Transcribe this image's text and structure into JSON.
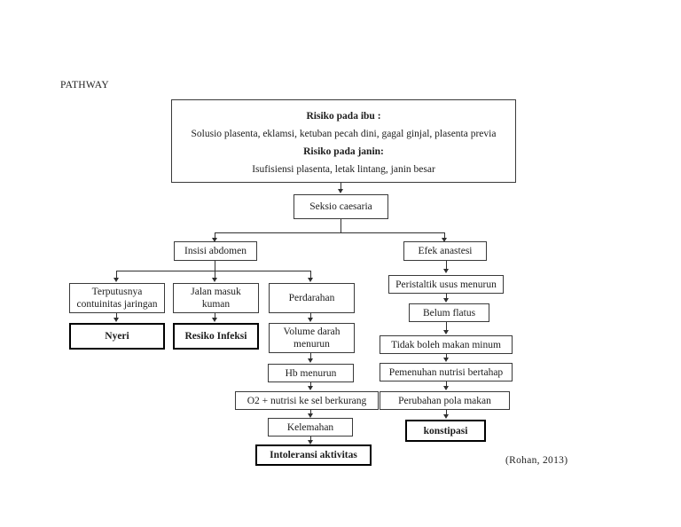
{
  "page": {
    "title_label": "PATHWAY",
    "citation": "(Rohan, 2013)"
  },
  "diagram": {
    "type": "flowchart",
    "header_box": {
      "line1": "Risiko pada ibu :",
      "line2": "Solusio plasenta, eklamsi, ketuban pecah dini, gagal ginjal, plasenta previa",
      "line3": "Risiko pada janin:",
      "line4": "Isufisiensi plasenta, letak lintang, janin besar"
    },
    "nodes": {
      "seksio": "Seksio caesaria",
      "insisi": "Insisi abdomen",
      "efek": "Efek anastesi",
      "terputusnya": "Terputusnya contuinitas jaringan",
      "jalan_masuk": "Jalan masuk kuman",
      "perdarahan": "Perdarahan",
      "nyeri": "Nyeri",
      "resiko_infeksi": "Resiko Infeksi",
      "volume_darah": "Volume darah menurun",
      "hb_menurun": "Hb menurun",
      "o2_nutrisi": "O2 + nutrisi ke sel berkurang",
      "kelemahan": "Kelemahan",
      "intoleransi": "Intoleransi aktivitas",
      "peristaltik": "Peristaltik usus menurun",
      "belum_flatus": "Belum flatus",
      "tidak_boleh": "Tidak boleh makan minum",
      "pemenuhan": "Pemenuhan nutrisi bertahap",
      "perubahan_pola": "Perubahan pola makan",
      "konstipasi": "konstipasi"
    }
  }
}
